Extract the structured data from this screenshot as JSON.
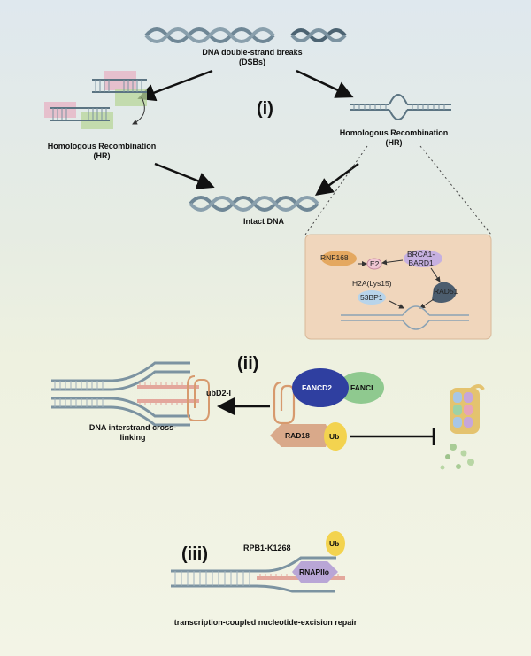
{
  "section_i": {
    "label": "(i)",
    "dsb_label_line1": "DNA double-strand breaks",
    "dsb_label_line2": "(DSBs)",
    "hr_left_line1": "Homologous Recombination",
    "hr_left_line2": "(HR)",
    "hr_right_line1": "Homologous Recombination",
    "hr_right_line2": "(HR)",
    "intact_dna": "Intact DNA",
    "inset": {
      "rnf168": "RNF168",
      "e2": "E2",
      "brca1_line1": "BRCA1-",
      "brca1_line2": "BARD1",
      "h2a": "H2A(Lys15)",
      "bp53": "53BP1",
      "rad51": "RAD51"
    }
  },
  "section_ii": {
    "label": "(ii)",
    "ubd2": "ubD2-I",
    "crosslink_line1": "DNA interstrand cross-",
    "crosslink_line2": "linking",
    "fancd2": "FANCD2",
    "fanci": "FANCI",
    "rad18": "RAD18",
    "ub": "Ub"
  },
  "section_iii": {
    "label": "(iii)",
    "rpb1": "RPB1-K1268",
    "ub": "Ub",
    "rnapiio": "RNAPIIo",
    "caption": "transcription-coupled nucleotide-excision repair"
  },
  "colors": {
    "dna_strand": "#6f8796",
    "inset_bg": "#f0d6bc",
    "pink_dna": "#e3a79c",
    "fancd2": "#2f3fa0",
    "fanci": "#8fc98f",
    "rad18": "#d9a98a",
    "ub": "#f3d34f",
    "rnapiio": "#b9a6d6"
  }
}
